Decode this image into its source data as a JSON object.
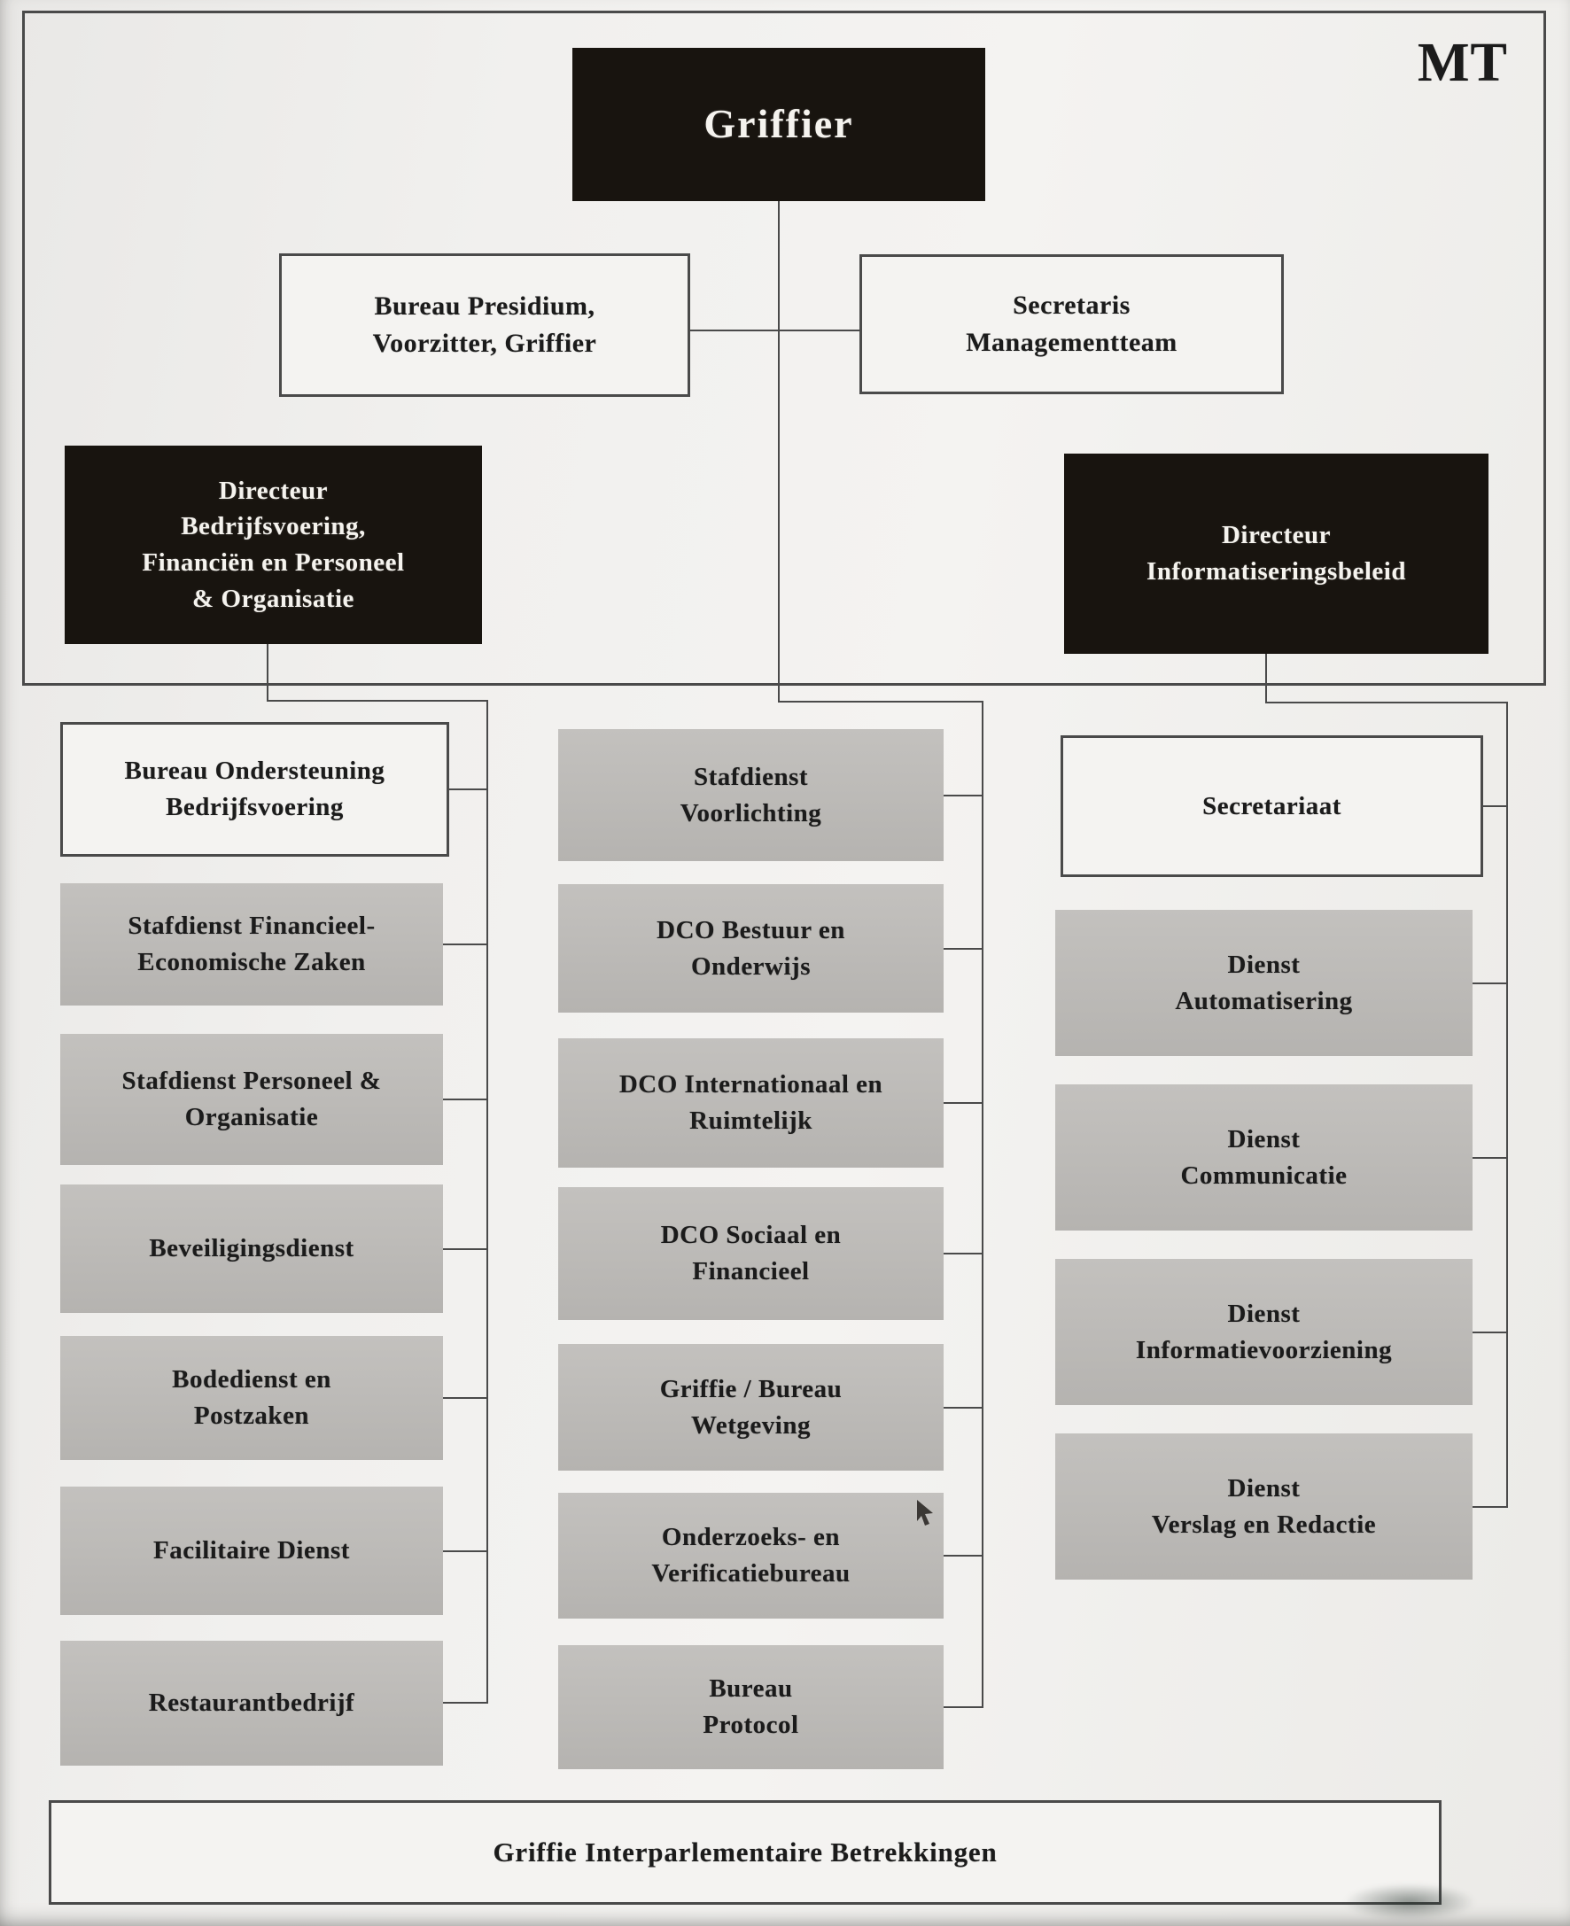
{
  "colors": {
    "paper": "#f1f0ee",
    "box_black": "#18140f",
    "box_gray": "#bdbbb8",
    "box_white": "#f4f3f1",
    "line": "#4a4a4a",
    "text_dark": "#1b1b1b",
    "text_light": "#f5f3ee"
  },
  "header": {
    "mt_label": "MT"
  },
  "top": {
    "griffier": "Griffier",
    "bureau_presidium": "Bureau Presidium,\nVoorzitter, Griffier",
    "secretaris_mt": "Secretaris\nManagementteam",
    "directeur_bedrijfsvoering": "Directeur\nBedrijfsvoering,\nFinanciën en Personeel\n& Organisatie",
    "directeur_informatisering": "Directeur\nInformatiseringsbeleid"
  },
  "columns": {
    "left": [
      {
        "label": "Bureau Ondersteuning\nBedrijfsvoering",
        "style": "white"
      },
      {
        "label": "Stafdienst Financieel-\nEconomische Zaken",
        "style": "gray"
      },
      {
        "label": "Stafdienst Personeel &\nOrganisatie",
        "style": "gray"
      },
      {
        "label": "Beveiligingsdienst",
        "style": "gray"
      },
      {
        "label": "Bodedienst en\nPostzaken",
        "style": "gray"
      },
      {
        "label": "Facilitaire Dienst",
        "style": "gray"
      },
      {
        "label": "Restaurantbedrijf",
        "style": "gray"
      }
    ],
    "middle": [
      {
        "label": "Stafdienst\nVoorlichting",
        "style": "gray"
      },
      {
        "label": "DCO Bestuur en\nOnderwijs",
        "style": "gray"
      },
      {
        "label": "DCO Internationaal en\nRuimtelijk",
        "style": "gray"
      },
      {
        "label": "DCO Sociaal en\nFinancieel",
        "style": "gray"
      },
      {
        "label": "Griffie / Bureau\nWetgeving",
        "style": "gray"
      },
      {
        "label": "Onderzoeks- en\nVerificatiebureau",
        "style": "gray"
      },
      {
        "label": "Bureau\nProtocol",
        "style": "gray"
      }
    ],
    "right": [
      {
        "label": "Secretariaat",
        "style": "white"
      },
      {
        "label": "Dienst\nAutomatisering",
        "style": "gray"
      },
      {
        "label": "Dienst\nCommunicatie",
        "style": "gray"
      },
      {
        "label": "Dienst\nInformatievoorziening",
        "style": "gray"
      },
      {
        "label": "Dienst\nVerslag en Redactie",
        "style": "gray"
      }
    ]
  },
  "bottom": {
    "label": "Griffie Interparlementaire Betrekkingen"
  }
}
